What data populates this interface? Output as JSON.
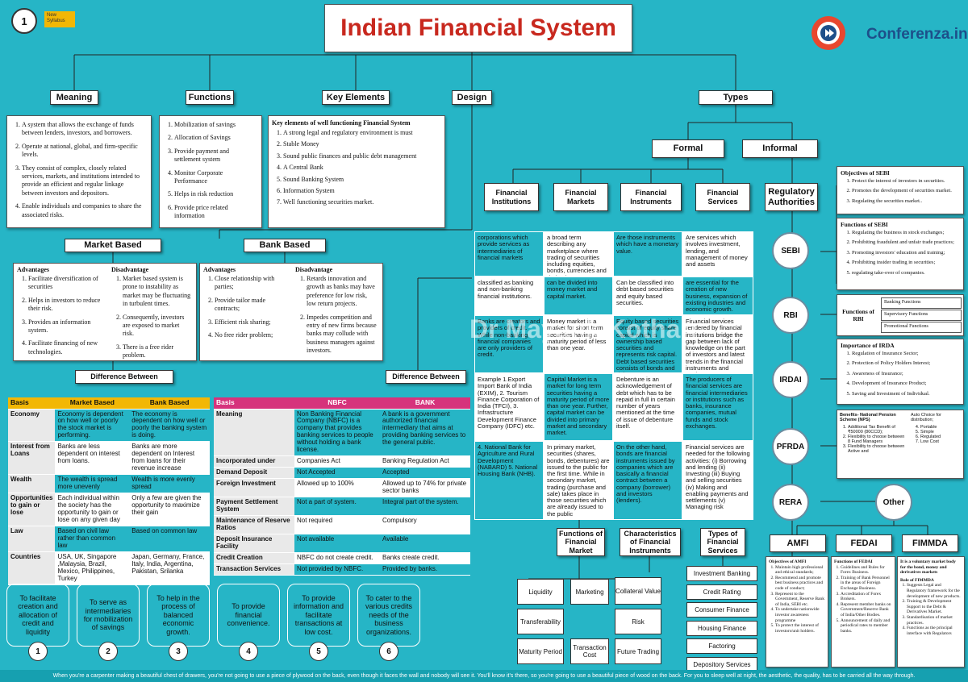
{
  "page_number": "1",
  "syllabus_badge": "New Syllabus",
  "title": "Indian Financial System",
  "brand": "Conferenza.in",
  "watermark": "Dr Mayank Kothari",
  "headers": {
    "meaning": "Meaning",
    "functions": "Functions",
    "key_elements": "Key Elements",
    "design": "Design",
    "types": "Types",
    "formal": "Formal",
    "informal": "Informal",
    "market_based": "Market Based",
    "bank_based": "Bank Based",
    "diff1": "Difference Between",
    "diff2": "Difference Between"
  },
  "meaning_items": [
    "A system that allows the exchange of funds between lenders, investors, and borrowers.",
    "Operate at national, global, and firm-specific levels.",
    "They consist of complex, closely related services, markets, and institutions intended to provide an efficient and regular linkage between investors and depositors.",
    "Enable individuals and companies to share the associated risks."
  ],
  "functions_items": [
    "Mobilization of savings",
    "Allocation of Savings",
    "Provide payment and settlement system",
    "Monitor Corporate Performance",
    "Helps in risk reduction",
    "Provide price related information"
  ],
  "key_elements_title": "Key elements of well functioning Financial System",
  "key_elements_items": [
    "A strong legal and regulatory environment is must",
    "Stable Money",
    "Sound public finances and public debt management",
    "A Central Bank",
    "Sound Banking System",
    "Information System",
    "Well functioning securities market."
  ],
  "market_based": {
    "adv_title": "Advantages",
    "adv": [
      "Facilitate diversification of securities",
      "Helps in investors to reduce their risk.",
      "Provides an information system.",
      "Facilitate financing of new technologies."
    ],
    "dis_title": "Disadvantage",
    "dis": [
      "Market based system is prone to instability as market may be fluctuating in turbulent times.",
      "Consequently, investors are exposed to market risk.",
      "There is a free rider problem."
    ]
  },
  "bank_based": {
    "adv_title": "Advantages",
    "adv": [
      "Close relationship with parties;",
      "Provide tailor made contracts;",
      "Efficient risk sharing;",
      "No free rider problem;"
    ],
    "dis_title": "Disadvantage",
    "dis": [
      "Retards innovation and growth as banks may have preference for low risk, low return projects.",
      "Impedes competition and entry of new firms because banks may collude with business managers against investors."
    ]
  },
  "table1": {
    "headers": [
      "Basis",
      "Market Based",
      "Bank Based"
    ],
    "rows": [
      [
        "Economy",
        "Economy is dependent on how well or poorly the stock market is performing.",
        "The economy is dependent on how well or poorly the banking system is doing."
      ],
      [
        "Interest from Loans",
        "Banks are less dependent on interest from loans.",
        "Banks are more dependent on Interest from loans for their revenue increase"
      ],
      [
        "Wealth",
        "The wealth is spread more unevenly",
        "Wealth is more evenly spread"
      ],
      [
        "Opportunities to gain or lose",
        "Each individual within the society has the opportunity to gain or lose on any given day",
        "Only a few are given the opportunity to maximize their gain"
      ],
      [
        "Law",
        "Based on civil law rather than common law",
        "Based on common law"
      ],
      [
        "Countries",
        "USA, UK, Singapore ,Malaysia, Brazil, Mexico, Philippines, Turkey",
        "Japan, Germany, France, Italy, India, Argentina, Pakistan, Srilanka"
      ]
    ]
  },
  "table2": {
    "headers": [
      "Basis",
      "NBFC",
      "BANK"
    ],
    "rows": [
      [
        "Meaning",
        "Non Banking Financial Company (NBFC) is a company that provides banking services to people without holding a bank license.",
        "A bank is a government authorized financial intermediary that aims at providing banking services to the general public."
      ],
      [
        "Incorporated under",
        "Companies Act",
        "Banking Regulation Act"
      ],
      [
        "Demand Deposit",
        "Not Accepted",
        "Accepted"
      ],
      [
        "Foreign Investment",
        "Allowed up to 100%",
        "Allowed up to 74% for private sector banks"
      ],
      [
        "Payment Settlement System",
        "Not a part of system.",
        "Integral part of the system."
      ],
      [
        "Maintenance of Reserve Ratios",
        "Not required",
        "Compulsory"
      ],
      [
        "Deposit Insurance Facility",
        "Not available",
        "Available"
      ],
      [
        "Credit Creation",
        "NBFC do not create credit.",
        "Banks create credit."
      ],
      [
        "Transaction Services",
        "Not provided by NBFC.",
        "Provided by banks."
      ]
    ]
  },
  "objectives": [
    {
      "text": "To facilitate creation and allocation of credit and liquidity",
      "n": "1"
    },
    {
      "text": "To serve as intermediaries for mobilization of savings",
      "n": "2"
    },
    {
      "text": "To help in the process of balanced economic growth.",
      "n": "3"
    },
    {
      "text": "To provide financial convenience.",
      "n": "4"
    },
    {
      "text": "To provide information and facilitate transactions at low cost.",
      "n": "5"
    },
    {
      "text": "To cater to the various credits needs of the business organizations.",
      "n": "6"
    }
  ],
  "formal_heads": [
    "Financial Institutions",
    "Financial Markets",
    "Financial Instruments",
    "Financial Services"
  ],
  "formal_grid": [
    [
      "corporations which provide services as intermediaries of financial markets",
      "a broad term describing any marketplace where trading of securities including equities, bonds, currencies and derivatives occurs.",
      "Are those instruments which have a monetary value.",
      "Are services which involves investment, lending, and management of money and assets"
    ],
    [
      "classified as banking and non-banking financial institutions.",
      "can be divided into money market and capital market.",
      "Can be classified into debt based securities and equity based securities.",
      "are essential for the creation of new business, expansion of existing industries and economic growth."
    ],
    [
      "Banks are creators and providers of credit. While non-banking financial companies are only providers of credit.",
      "Money market is a market for short term securities having a maturity period of less than one year.",
      "Equity based securities consist of equity share capital which is ownership based securities and represents risk capital. Debt based securities consists of bonds and debentures.",
      "Financial services rendered by financial institutions bridge the gap between lack of knowledge on the part of investors and latest trends in the financial instruments and markets."
    ],
    [
      "Example 1.Export Import Bank of India (EXIM), 2. Tourism Finance Corporation of India (TFCI), 3. Infrastructure Development Finance Company (IDFC) etc.",
      "Capital Market is a market for long term securities having a maturity period of more than one year. Further, capital market can be divided into primary market and secondary market.",
      "Debenture is an acknowledgement of debt which has to be repaid in full in certain number of years mentioned at the time of issue of debenture itself.",
      "The producers of financial services are financial intermediaries or institutions such as banks, insurance companies, mutual funds and stock exchanges."
    ],
    [
      "4. National Bank for Agriculture and Rural Development (NABARD) 5. National Housing Bank (NHB).",
      "In primary market, securities (shares, bonds, debentures) are issued to the public for the first time. While in secondary market, trading (purchase and sale) takes place in those securities which are already issued to the public",
      "On the other hand, bonds are financial instruments issued by companies which are basically a financial contract between a company (borrower) and investors (lenders).",
      "Financial services are needed for the following activities: (i) Borrowing and lending (ii) Investing (iii) Buying and selling securities (iv) Making and enabling payments and settlements (v) Managing risk"
    ]
  ],
  "fm_functions_title": "Functions of Financial Market",
  "fm_functions": [
    "Liquidity",
    "Marketing",
    "Collateral Value",
    "Transferability",
    "Risk",
    "Maturity Period",
    "Transaction Cost",
    "Future Trading"
  ],
  "char_title": "Characteristics of Financial Instruments",
  "fs_types_title": "Types of Financial Services",
  "fs_types": [
    "Investment Banking",
    "Credit Rating",
    "Consumer Finance",
    "Housing Finance",
    "Factoring",
    "Depository Services"
  ],
  "regulatory": {
    "title": "Regulatory Authorities",
    "nodes": [
      "SEBI",
      "RBI",
      "IRDAI",
      "PFRDA",
      "RERA",
      "Other"
    ],
    "sebi_obj_title": "Objectives of SEBI",
    "sebi_obj": [
      "Protect the interest of investors in securities.",
      "Promotes the development of securities market.",
      "Regulating the securities market.."
    ],
    "sebi_fn_title": "Functions of SEBI",
    "sebi_fn": [
      "Regulating the business in stock exchanges;",
      "Prohibiting fraudulent and unfair trade practices;",
      "Promoting investors' education and training;",
      "Prohibiting insider trading in securities;",
      "regulating take-over of companies."
    ],
    "rbi_fn_title": "Functions of RBI",
    "rbi_fn": [
      "Banking Functions",
      "Supervisory Functions",
      "Promotional Functions"
    ],
    "irda_title": "Importance of IRDA",
    "irda": [
      "Regulation of Insurance Sector;",
      "Protection of Policy Holders Interest;",
      "Awareness of Insurance;",
      "Development of Insurance Product;",
      "Saving and Investment of Individual."
    ],
    "nps_title": "Benefits- National Pension Scheme (NPS)",
    "nps": [
      "Additional Tax Benefit of ₹50000 (80CCD);",
      "Flexibility to choose between 8 Fund Managers",
      "Flexibility to choose between Active and"
    ],
    "auto_title": "Auto Choice for distribution;",
    "auto": [
      "Portable",
      "Simple",
      "Regulated",
      "Low Cost"
    ]
  },
  "others": {
    "names": [
      "AMFI",
      "FEDAI",
      "FIMMDA"
    ],
    "amfi_title": "Objectives of AMFI",
    "amfi": [
      "Maintain high professional and ethical standards;",
      "Recommend and promote best business practices and code of conduct;",
      "Represent to the Government, Reserve Bank of India, SEBI etc.",
      "To undertake nationwide investor awareness programme",
      "To protect the interest of investors/unit holders."
    ],
    "fedai_title": "Functions of FEDAI",
    "fedai": [
      "Guidelines and Rules for Forex Business.",
      "Training of Bank Personnel in the areas of Foreign Exchange Business.",
      "Accreditation of Forex Brokers.",
      "Represent member banks on Government/Reserve Bank of India/Other Bodies.",
      "Announcement of daily and periodical rates to member banks."
    ],
    "fimmda_intro": "It is a voluntary market body for the bond, money and derivatives markets",
    "fimmda_role": "Role of FIMMDA",
    "fimmda": [
      "Suggests Legal and Regulatory framework for the development of new products.",
      "Training & Development Support to the Debt & Derivatives Market.",
      "Standardisation of market practices.",
      "Functions as the principal interface with Regulators"
    ]
  },
  "footer": "When you're a carpenter making a beautiful chest of drawers, you're not going to use a piece of plywood on the back, even though it faces the wall and nobody will see it. You'll know it's there, so you're going to use a beautiful piece of wood on the back. For you to sleep well at night, the aesthetic, the quality, has to be carried all the way through.",
  "colors": {
    "background": "#26b5c6",
    "title_red": "#c8281e",
    "brand_blue": "#1d4f8a",
    "table1_header": "#f2b705",
    "table2_header": "#d6337c",
    "row_teal": "#26b5c6"
  }
}
